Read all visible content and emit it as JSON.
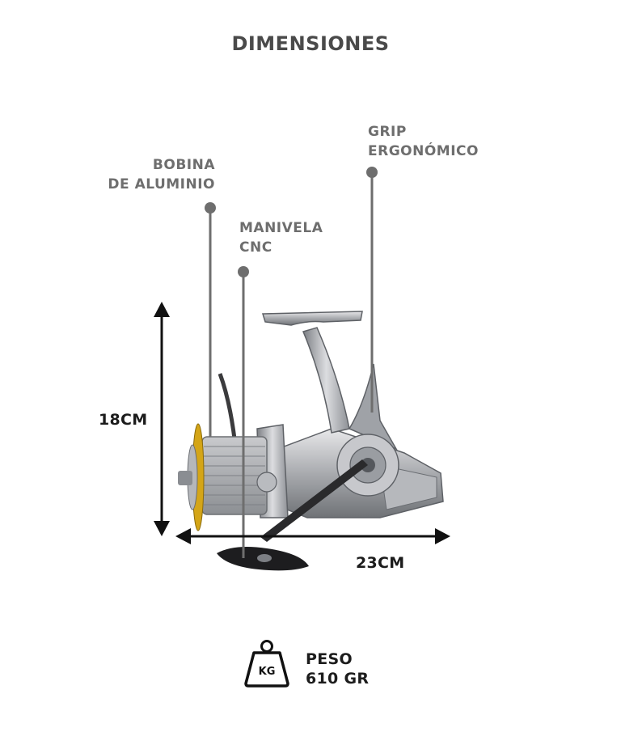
{
  "title": "DIMENSIONES",
  "callouts": {
    "bobina": {
      "line1": "BOBINA",
      "line2": "DE ALUMINIO"
    },
    "manivela": {
      "line1": "MANIVELA",
      "line2": "CNC"
    },
    "grip": {
      "line1": "GRIP",
      "line2": "ERGONÓMICO"
    }
  },
  "dimensions": {
    "height": "18CM",
    "width": "23CM"
  },
  "weight": {
    "icon": "weight-kg-icon",
    "icon_text": "KG",
    "label": "PESO",
    "value": "610 GR"
  },
  "colors": {
    "callout_line": "#6e6e6e",
    "arrow": "#111111",
    "spool_accent": "#d4a517"
  }
}
